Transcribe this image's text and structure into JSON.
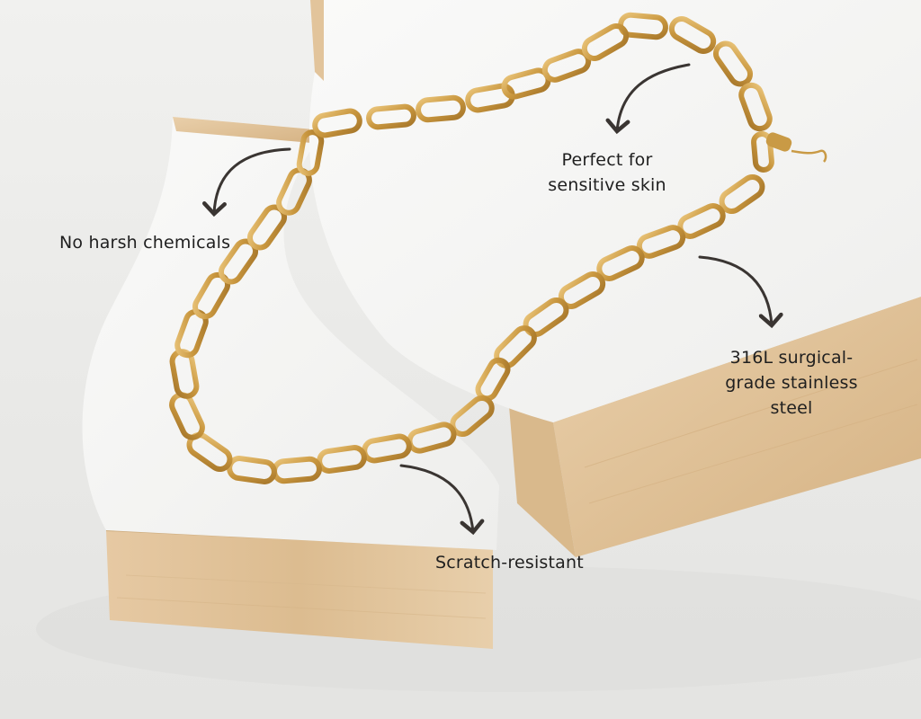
{
  "callouts": {
    "chemicals": "No harsh chemicals",
    "skin": "Perfect for sensitive skin",
    "steel": "316L surgical-grade stainless steel",
    "scratch": "Scratch-resistant"
  },
  "colors": {
    "background": "#ececea",
    "pedestal_white": "#f6f6f5",
    "wood": "#e3c49c",
    "gold_chain": "#c99a45",
    "arrow": "#3a3532",
    "text": "#1f1f1f"
  }
}
